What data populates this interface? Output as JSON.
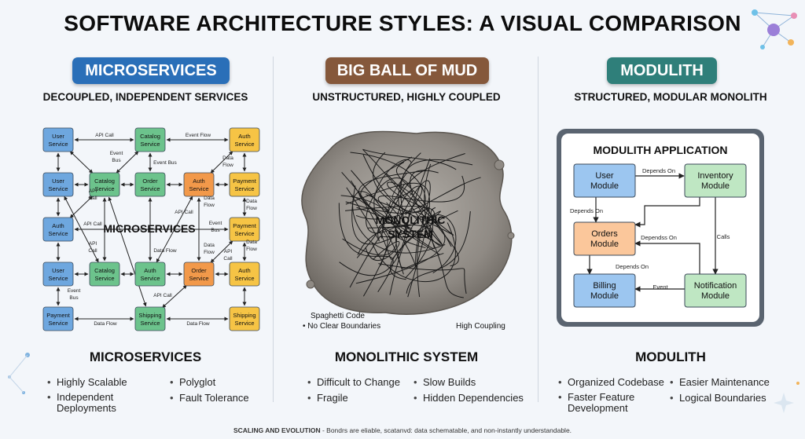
{
  "title": "SOFTWARE ARCHITECTURE STYLES: A VISUAL COMPARISON",
  "colors": {
    "micro": "#2a6fb8",
    "mud": "#85583b",
    "modulith": "#2f7f7a",
    "blue": "#6ea7df",
    "green": "#6cc38c",
    "orange": "#f2994a",
    "yellow": "#f6c445",
    "mod_blue": "#9cc6f0",
    "mod_green": "#bfe7c3",
    "mod_orange": "#fbc79b"
  },
  "micro": {
    "pill": "MICROSERVICES",
    "subtitle": "DECOUPLED, INDEPENDENT SERVICES",
    "center_label": "MICROSERVICES",
    "nodes": [
      {
        "l1": "User",
        "l2": "Service"
      },
      {
        "l1": "Catalog",
        "l2": "Service"
      },
      {
        "l1": "Auth",
        "l2": "Service"
      },
      {
        "l1": "User",
        "l2": "Service"
      },
      {
        "l1": "Catalog",
        "l2": "Service"
      },
      {
        "l1": "Order",
        "l2": "Service"
      },
      {
        "l1": "Auth",
        "l2": "Service"
      },
      {
        "l1": "Payment",
        "l2": "Service"
      },
      {
        "l1": "Auth",
        "l2": "Service"
      },
      {
        "l1": "Payment",
        "l2": "Service"
      },
      {
        "l1": "User",
        "l2": "Service"
      },
      {
        "l1": "Catalog",
        "l2": "Service"
      },
      {
        "l1": "Auth",
        "l2": "Service"
      },
      {
        "l1": "Order",
        "l2": "Service"
      },
      {
        "l1": "Auth",
        "l2": "Service"
      },
      {
        "l1": "Payment",
        "l2": "Service"
      },
      {
        "l1": "Shipping",
        "l2": "Service"
      },
      {
        "l1": "Shipping",
        "l2": "Service"
      }
    ],
    "edge_labels": [
      "API Call",
      "Event Flow",
      "Event",
      "Bus",
      "Event Bus",
      "Data",
      "Flow",
      "API",
      "Call",
      "API Call",
      "Data",
      "Flow",
      "API Call",
      "Event",
      "Bus",
      "Data",
      "Flow",
      "API",
      "Call",
      "Data Flow",
      "Data",
      "Flow",
      "Data",
      "Flow",
      "API",
      "Call",
      "Event",
      "Bus",
      "API Call",
      "Data Flow",
      "Data Flow"
    ],
    "section_title": "MICROSERVICES",
    "bullets": [
      "Highly Scalable",
      "Independent",
      "Deployments",
      "Polyglot",
      "Fault Tolerance"
    ]
  },
  "mud": {
    "pill": "BIG BALL OF MUD",
    "subtitle": "UNSTRUCTURED, HIGHLY COUPLED",
    "center_l1": "MONOLITHIC",
    "center_l2": "SYSTEM",
    "note1": "Spaghetti Code",
    "note2": "• No Clear Boundaries",
    "note3": "High Coupling",
    "section_title": "MONOLITHIC SYSTEM",
    "bullets": [
      "Difficult to Change",
      "Fragile",
      "Slow Builds",
      "Hidden Dependencies"
    ]
  },
  "modulith": {
    "pill": "MODULITH",
    "subtitle": "STRUCTURED, MODULAR MONOLITH",
    "app_title": "MODULITH APPLICATION",
    "modules": [
      {
        "l1": "User",
        "l2": "Module"
      },
      {
        "l1": "Inventory",
        "l2": "Module"
      },
      {
        "l1": "Orders",
        "l2": "Module"
      },
      {
        "l1": "Billing",
        "l2": "Module"
      },
      {
        "l1": "Notification",
        "l2": "Module"
      }
    ],
    "edge_labels": [
      "Depends On",
      "Depends On",
      "Calls",
      "Dependss On",
      "Depends On",
      "Event"
    ],
    "section_title": "MODULITH",
    "bullets": [
      "Organized Codebase",
      "Faster Feature",
      "Development",
      "Easier Maintenance",
      "Logical Boundaries"
    ]
  },
  "footer": {
    "bold": "SCALING AND EVOLUTION",
    "rest": " - Bondrs are eliable, scatanvd: data schematable, and non-instantly understandable."
  }
}
